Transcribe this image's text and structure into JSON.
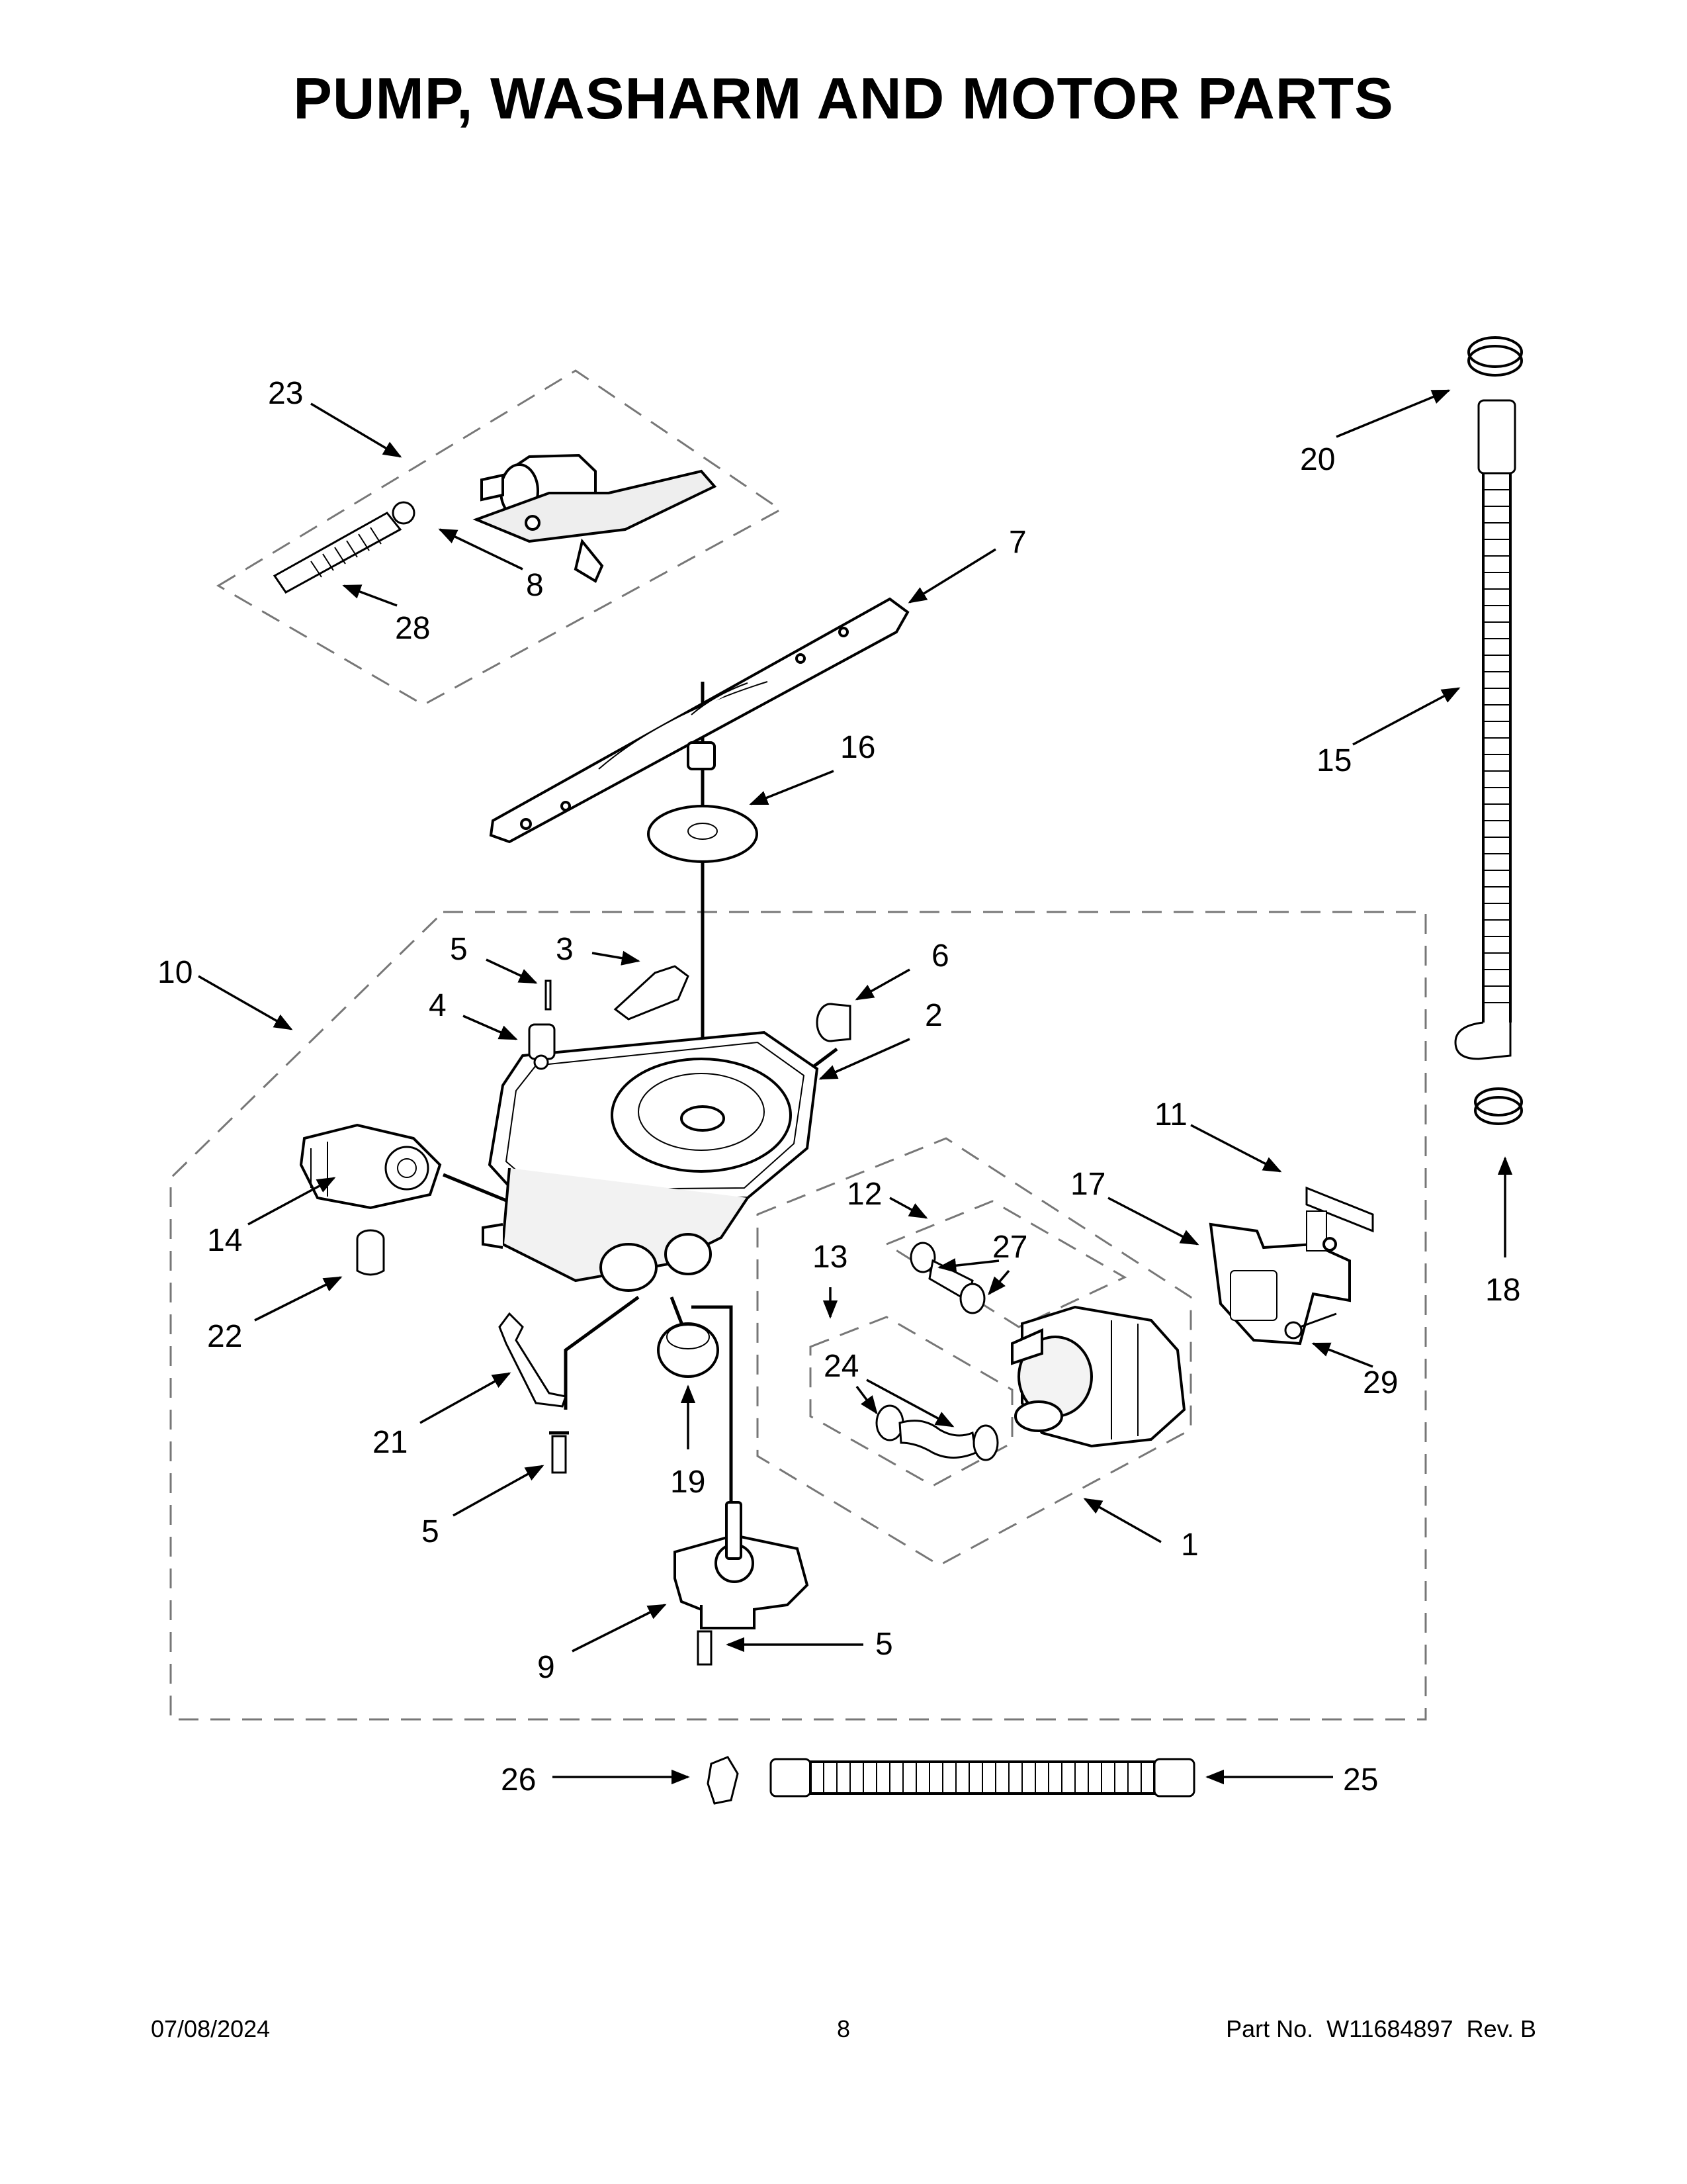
{
  "page": {
    "title": "PUMP, WASHARM AND MOTOR PARTS"
  },
  "footer": {
    "date": "07/08/2024",
    "page_number": "8",
    "part_label": "Part No.",
    "part_number": "W11684897",
    "revision": "Rev. B"
  },
  "callouts": {
    "c1": "1",
    "c2": "2",
    "c3": "3",
    "c4": "4",
    "c5a": "5",
    "c5b": "5",
    "c5c": "5",
    "c6": "6",
    "c7": "7",
    "c8": "8",
    "c9": "9",
    "c10": "10",
    "c11": "11",
    "c12": "12",
    "c13": "13",
    "c14": "14",
    "c15": "15",
    "c16": "16",
    "c17": "17",
    "c18": "18",
    "c19": "19",
    "c20": "20",
    "c21": "21",
    "c22": "22",
    "c23": "23",
    "c24": "24",
    "c25": "25",
    "c26": "26",
    "c27": "27",
    "c28": "28",
    "c29": "29"
  },
  "colors": {
    "ink": "#000000",
    "paper": "#ffffff",
    "shade": "#bdbdbd"
  }
}
